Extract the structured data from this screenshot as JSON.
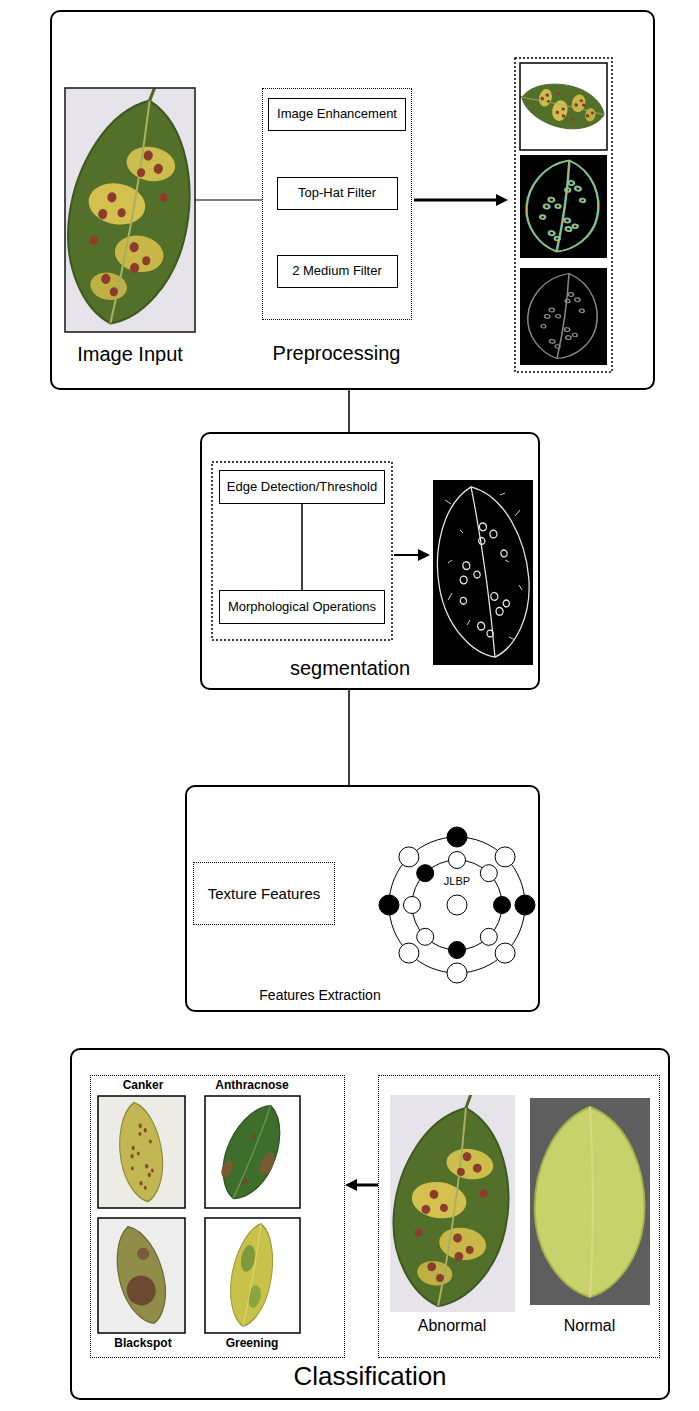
{
  "diagram": {
    "nodes": [
      {
        "text": [
          "Image Input"
        ]
      },
      {
        "text": [
          "Preprocessing"
        ],
        "in": 0
      },
      {
        "text": [
          "Image Enhancement"
        ],
        "in": 1
      },
      {
        "text": [
          "Top-Hat Filter"
        ],
        "in": 1
      },
      {
        "text": [
          "2 Medium Filter"
        ],
        "in": 1
      },
      {
        "text": [
          "segmentation"
        ]
      },
      {
        "text": [
          "Edge Detection/Threshold"
        ],
        "in": 5
      },
      {
        "text": [
          "Morphological Operations"
        ],
        "in": 5
      },
      {
        "text": [
          "Features Extraction"
        ]
      },
      {
        "text": [
          "Texture Features"
        ],
        "in": 8
      },
      {
        "text": [
          "JLBP"
        ],
        "in": 8
      },
      {
        "text": [
          "Classification"
        ]
      },
      {
        "text": [
          "Canker",
          "Anthracnose",
          "Blackspot",
          "Greening"
        ],
        "in": 11
      },
      {
        "text": [
          "Abnormal",
          "Normal"
        ],
        "in": 11
      }
    ],
    "edges": [
      {
        "from": 0,
        "to": 5,
        "arrow": "none"
      },
      {
        "from": 6,
        "to": 7,
        "arrow": "none"
      },
      {
        "from": 5,
        "to": 8,
        "arrow": "none"
      },
      {
        "from": 13,
        "to": 12,
        "arrow": "to"
      }
    ]
  }
}
